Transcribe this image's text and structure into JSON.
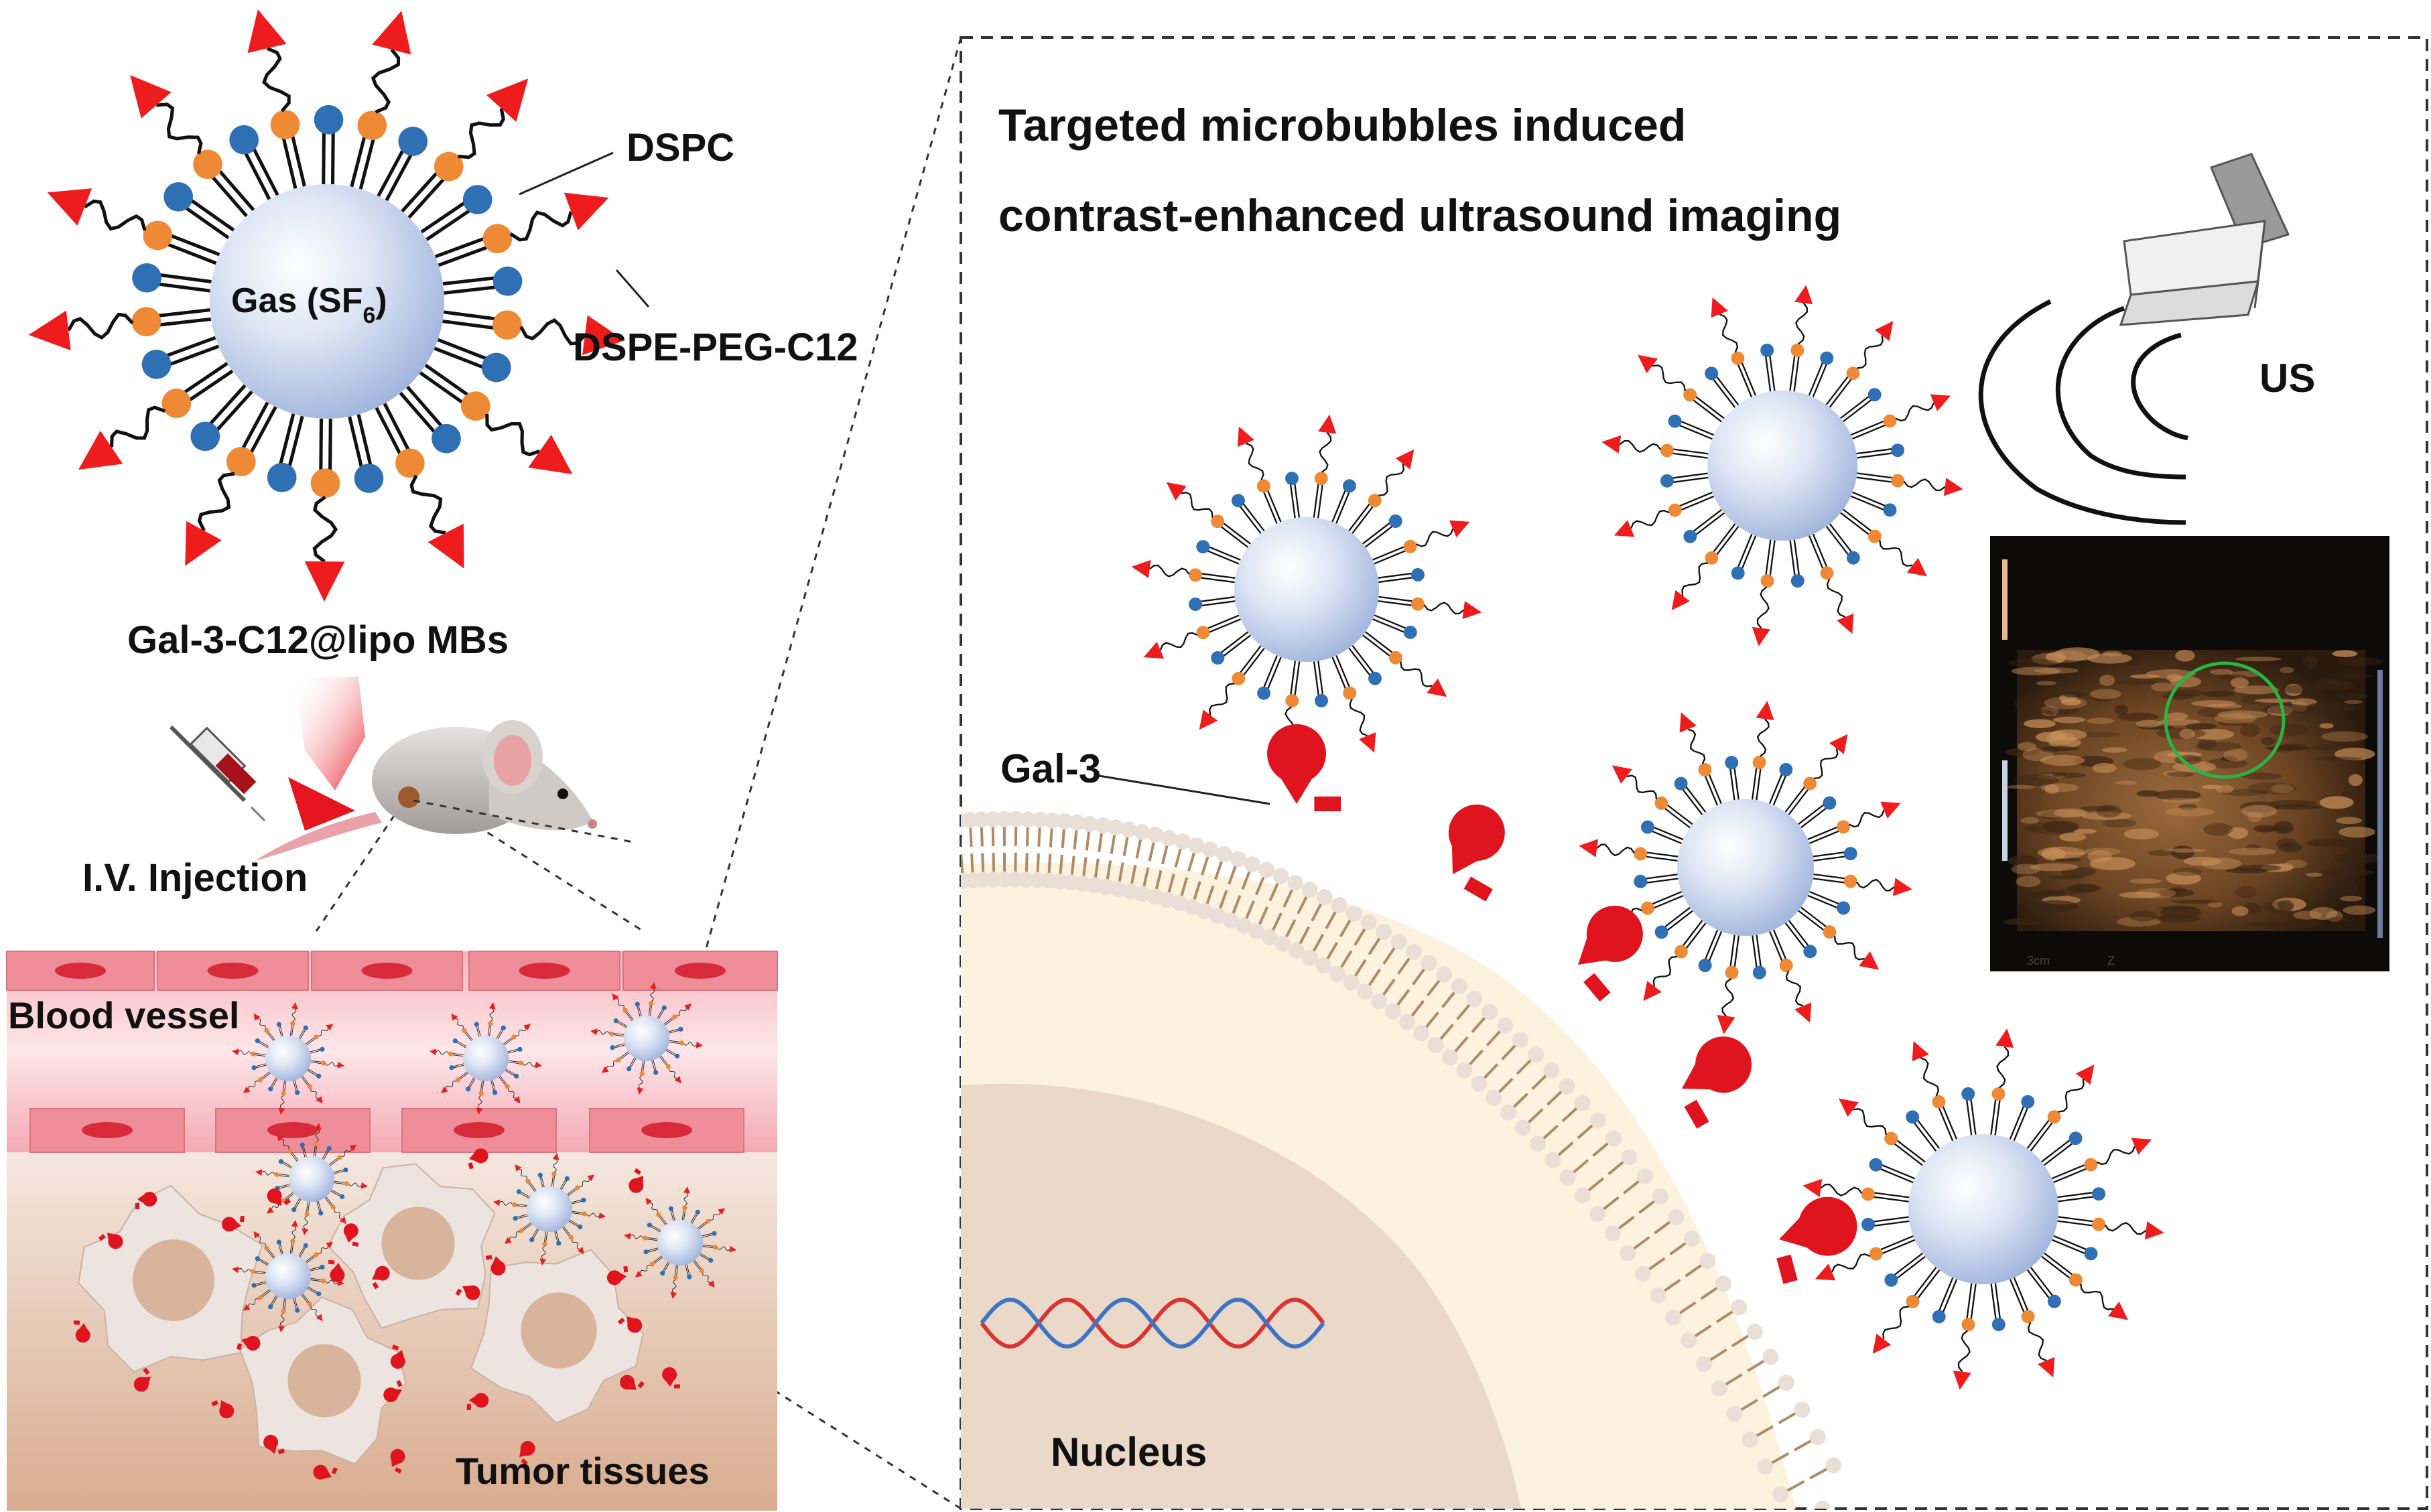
{
  "labels": {
    "gas": "Gas (SF",
    "gas_sub": "6",
    "gas_close": ")",
    "dspc": "DSPC",
    "dspe": "DSPE-PEG-C12",
    "product": "Gal-3-C12@lipo MBs",
    "injection": "I.V. Injection",
    "blood_vessel": "Blood vessel",
    "tumor": "Tumor tissues",
    "title_line1": "Targeted microbubbles induced",
    "title_line2": "contrast-enhanced ultrasound imaging",
    "us": "US",
    "gal3": "Gal-3",
    "nucleus": "Nucleus",
    "us_scale": "3cm",
    "us_z": "Z"
  },
  "colors": {
    "bubble_core": "#b9c8e6",
    "lipid_blue": "#2f6fb4",
    "lipid_orange": "#ee8a35",
    "peg_arrow": "#ee1c1c",
    "gal3_red": "#e0141e",
    "vessel_pink": "#ee9aa4",
    "cell_beige": "#ead8c9",
    "tissue_brown": "#d8ab8f",
    "lipid_tail": "#b08a66",
    "lipid_head": "#eadfd6",
    "ultrasound_bg": "#1a130e",
    "roi_circle": "#28b446"
  },
  "icons": [
    "microbubble-icon",
    "mouse-icon",
    "syringe-icon",
    "ultrasound-probe-icon",
    "dna-helix-icon",
    "gal3-receptor-icon"
  ]
}
